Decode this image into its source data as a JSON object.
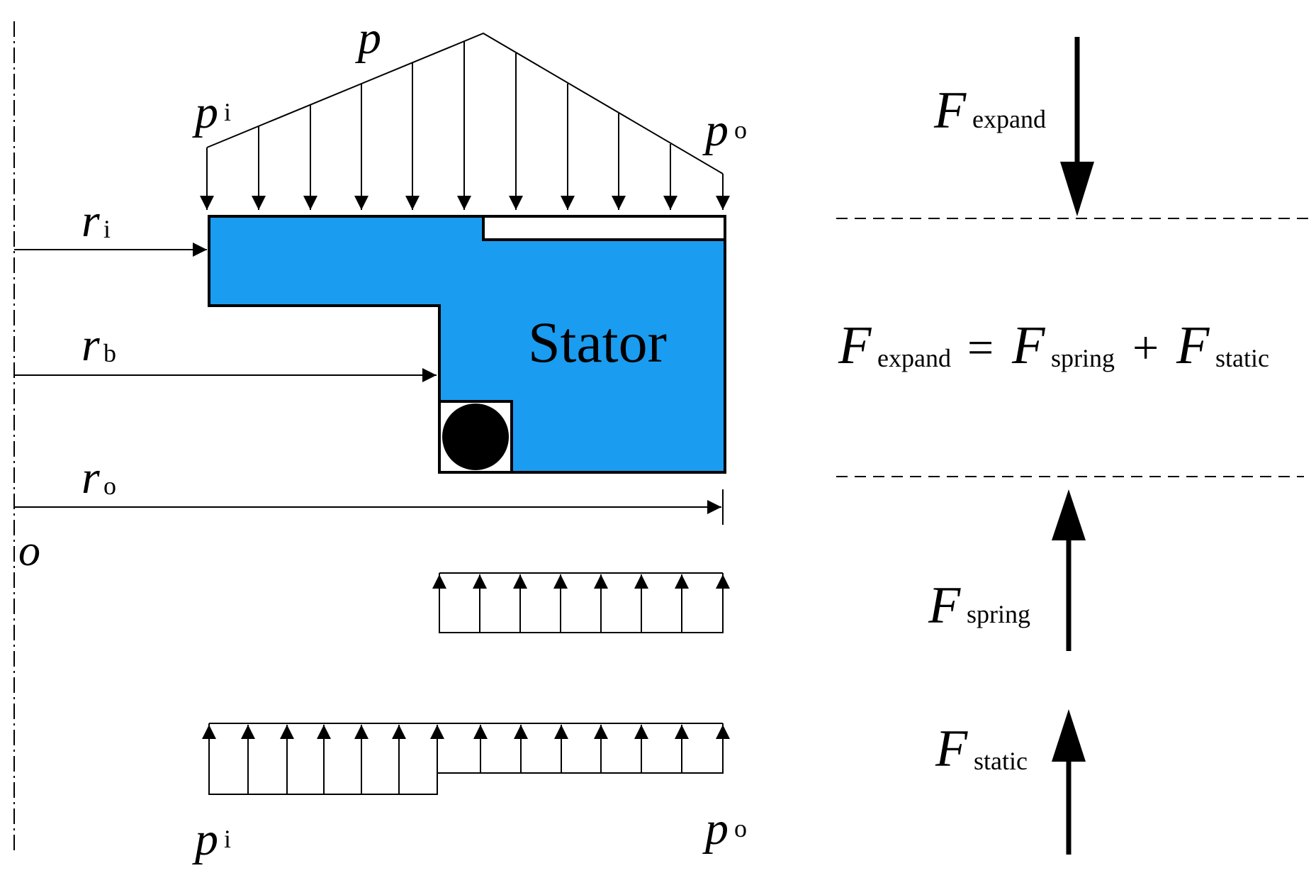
{
  "labels": {
    "p": "p",
    "p_i_base": "p",
    "p_i_sub": "i",
    "p_o_base": "p",
    "p_o_sub": "o",
    "r_i_base": "r",
    "r_i_sub": "i",
    "r_b_base": "r",
    "r_b_sub": "b",
    "r_o_base": "r",
    "r_o_sub": "o",
    "origin": "o",
    "stator": "Stator",
    "p_i_bottom_base": "p",
    "p_i_bottom_sub": "i",
    "p_o_bottom_base": "p",
    "p_o_bottom_sub": "o"
  },
  "forces": {
    "expand_base": "F",
    "expand_sub": "expand",
    "spring_base": "F",
    "spring_sub": "spring",
    "static_base": "F",
    "static_sub": "static",
    "equation": {
      "lhs_base": "F",
      "lhs_sub": "expand",
      "equals": "=",
      "term1_base": "F",
      "term1_sub": "spring",
      "plus": "+",
      "term2_base": "F",
      "term2_sub": "static"
    }
  },
  "colors": {
    "stator_fill": "#1a9cf0",
    "line": "#000000",
    "background": "#ffffff"
  }
}
